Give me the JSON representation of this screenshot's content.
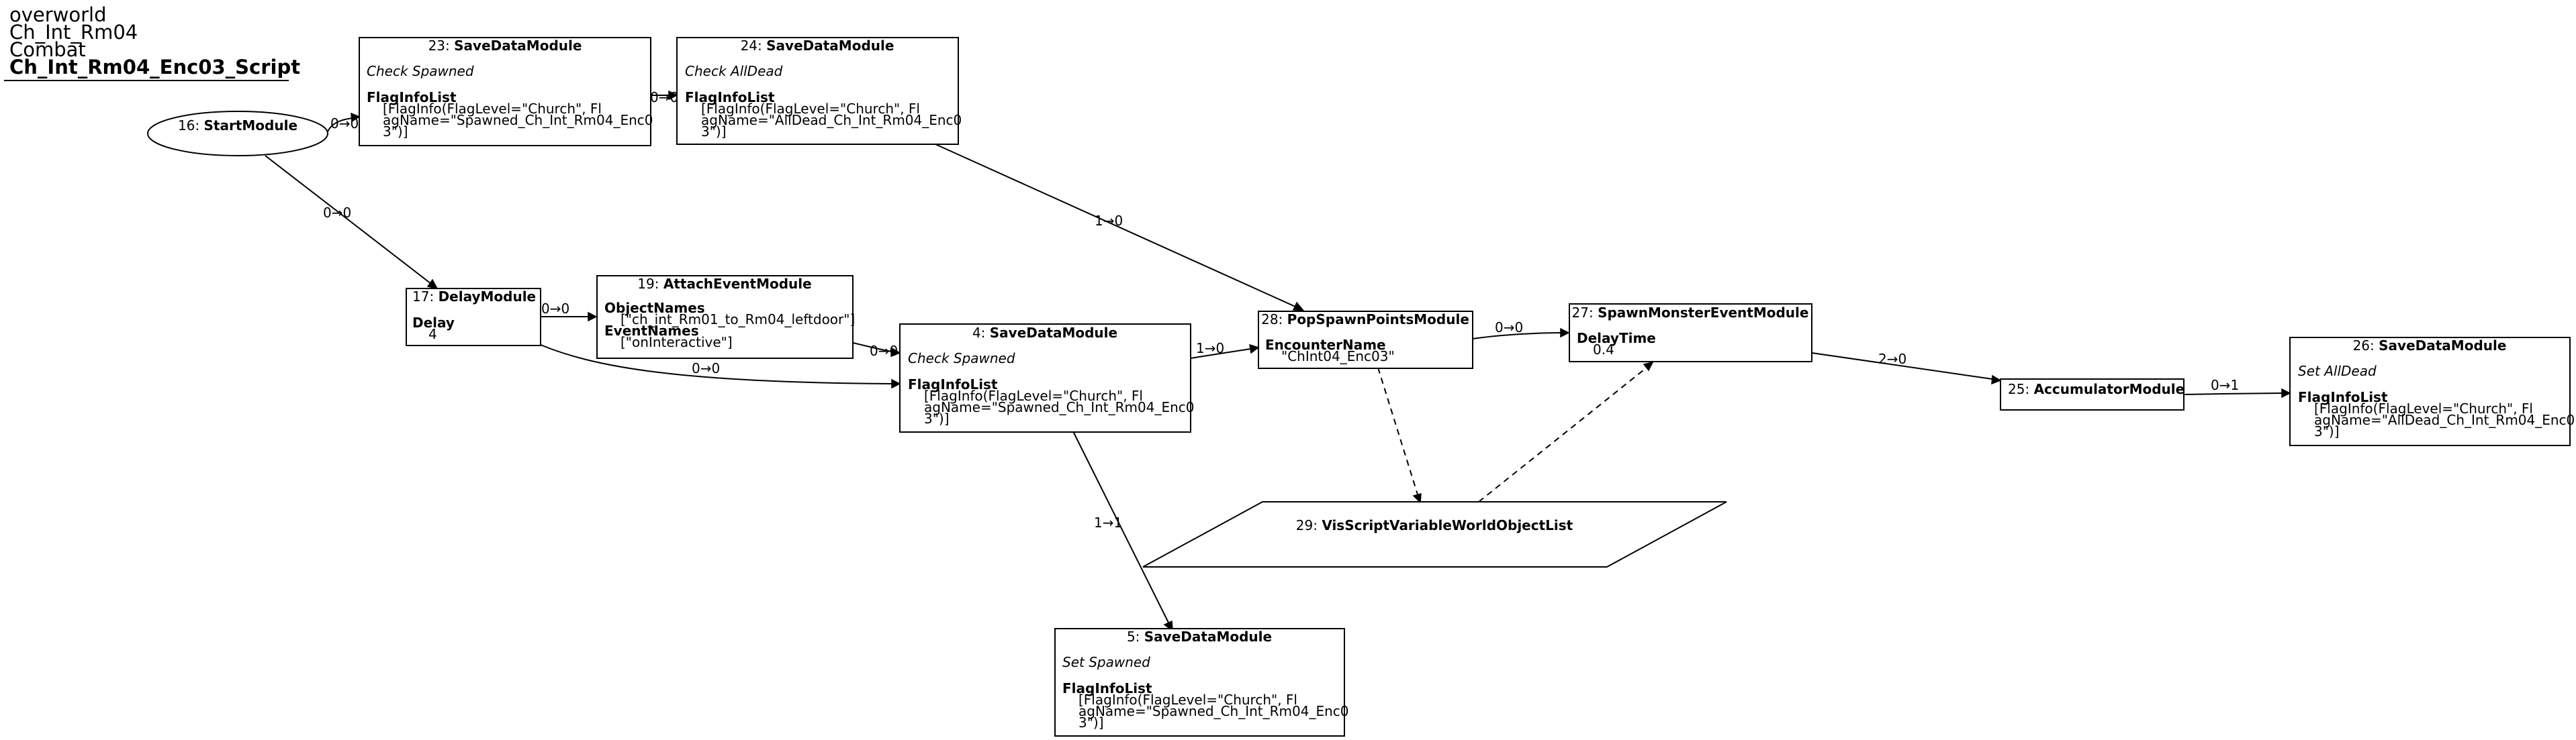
{
  "header": {
    "lines": [
      "overworld",
      "Ch_Int_Rm04",
      "Combat"
    ],
    "script_name": "Ch_Int_Rm04_Enc03_Script"
  },
  "nodes": {
    "n16": {
      "id": "16",
      "type": "StartModule"
    },
    "n23": {
      "id": "23",
      "type": "SaveDataModule",
      "comment": "Check Spawned",
      "prop": "FlagInfoList",
      "lines": [
        "[FlagInfo(FlagLevel=\"Church\", Fl",
        "agName=\"Spawned_Ch_Int_Rm04_Enc0",
        "3\")]"
      ]
    },
    "n24": {
      "id": "24",
      "type": "SaveDataModule",
      "comment": "Check AllDead",
      "prop": "FlagInfoList",
      "lines": [
        "[FlagInfo(FlagLevel=\"Church\", Fl",
        "agName=\"AllDead_Ch_Int_Rm04_Enc0",
        "3\")]"
      ]
    },
    "n17": {
      "id": "17",
      "type": "DelayModule",
      "prop": "Delay",
      "value": "4"
    },
    "n19": {
      "id": "19",
      "type": "AttachEventModule",
      "prop1": "ObjectNames",
      "value1": "[\"ch_int_Rm01_to_Rm04_leftdoor\"]",
      "prop2": "EventNames",
      "value2": "[\"onInteractive\"]"
    },
    "n4": {
      "id": "4",
      "type": "SaveDataModule",
      "comment": "Check Spawned",
      "prop": "FlagInfoList",
      "lines": [
        "[FlagInfo(FlagLevel=\"Church\", Fl",
        "agName=\"Spawned_Ch_Int_Rm04_Enc0",
        "3\")]"
      ]
    },
    "n28": {
      "id": "28",
      "type": "PopSpawnPointsModule",
      "prop": "EncounterName",
      "value": "\"ChInt04_Enc03\""
    },
    "n27": {
      "id": "27",
      "type": "SpawnMonsterEventModule",
      "prop": "DelayTime",
      "value": "0.4"
    },
    "n25": {
      "id": "25",
      "type": "AccumulatorModule"
    },
    "n26": {
      "id": "26",
      "type": "SaveDataModule",
      "comment": "Set AllDead",
      "prop": "FlagInfoList",
      "lines": [
        "[FlagInfo(FlagLevel=\"Church\", Fl",
        "agName=\"AllDead_Ch_Int_Rm04_Enc0",
        "3\")]"
      ]
    },
    "n29": {
      "id": "29",
      "type": "VisScriptVariableWorldObjectList"
    },
    "n5": {
      "id": "5",
      "type": "SaveDataModule",
      "comment": "Set Spawned",
      "prop": "FlagInfoList",
      "lines": [
        "[FlagInfo(FlagLevel=\"Church\", Fl",
        "agName=\"Spawned_Ch_Int_Rm04_Enc0",
        "3\")]"
      ]
    }
  },
  "edges": {
    "e16_23": "0→0",
    "e23_24": "0→0",
    "e16_17": "0→0",
    "e24_28": "1→0",
    "e17_19": "0→0",
    "e17_4": "0→0",
    "e19_4": "0→0",
    "e4_28": "1→0",
    "e28_27": "0→0",
    "e27_25": "2→0",
    "e25_26": "0→1",
    "e4_5": "1→1"
  }
}
